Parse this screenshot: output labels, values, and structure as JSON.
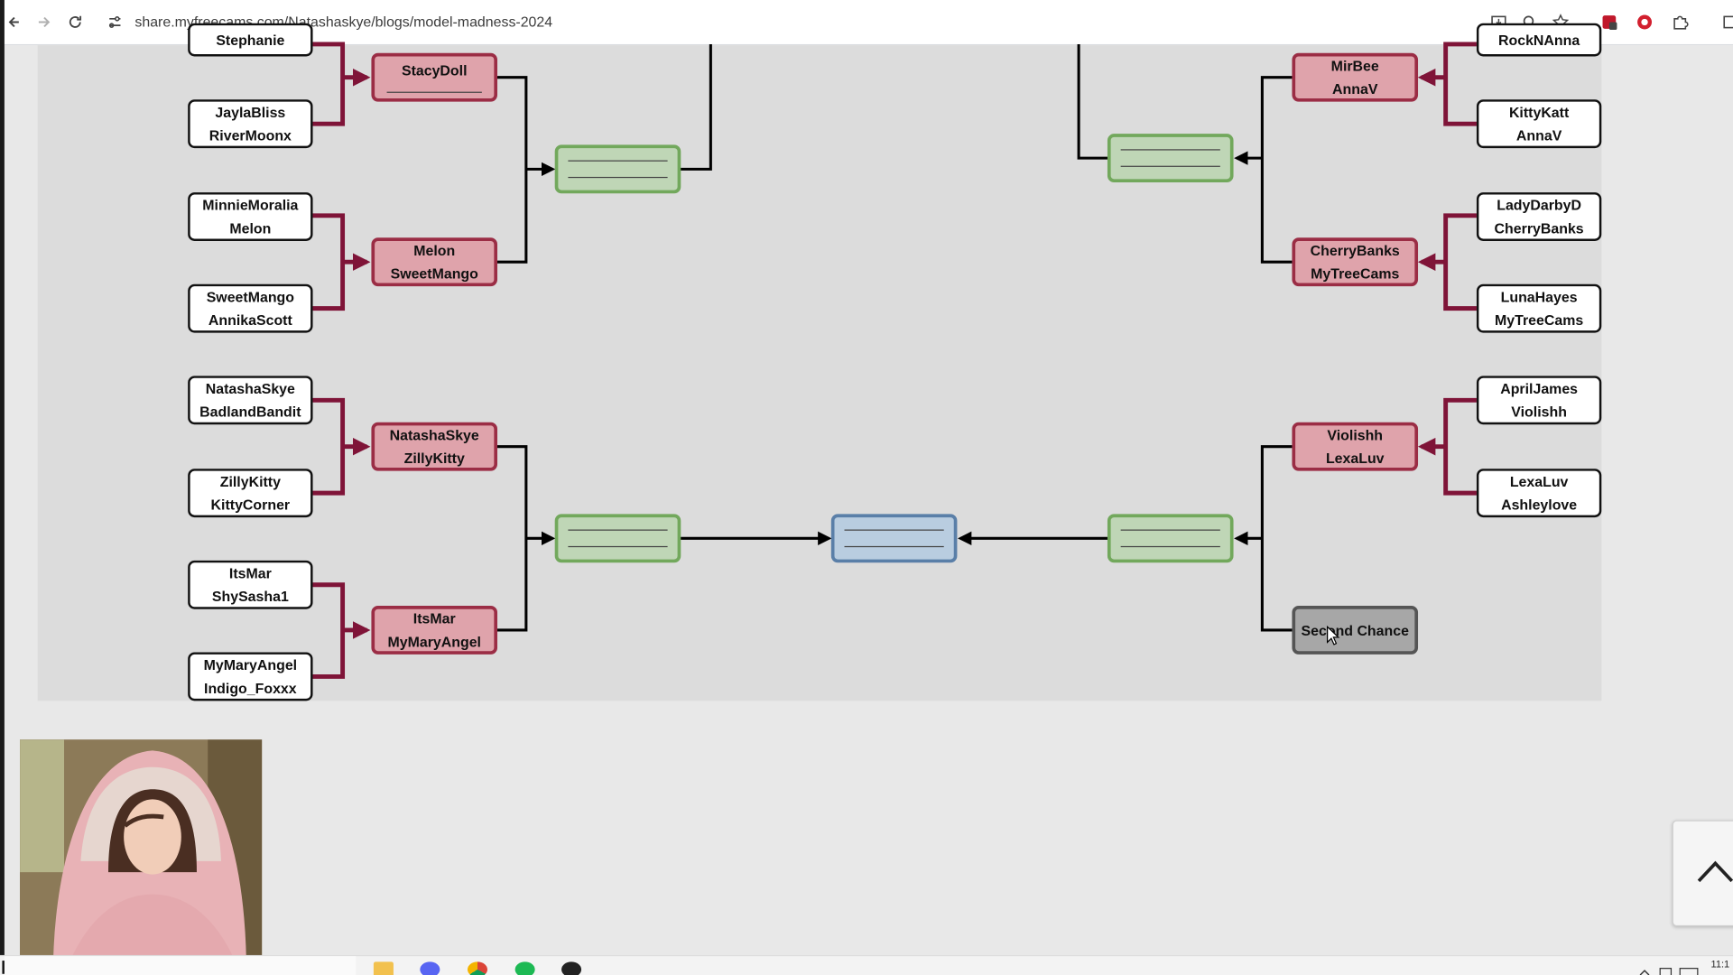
{
  "browser": {
    "url": "share.myfreecams.com/Natashaskye/blogs/model-madness-2024"
  },
  "bracket": {
    "left_entries": [
      {
        "top": "Stephanie",
        "bottom": ""
      },
      {
        "top": "JaylaBliss",
        "bottom": "RiverMoonx"
      },
      {
        "top": "MinnieMoralia",
        "bottom": "Melon"
      },
      {
        "top": "SweetMango",
        "bottom": "AnnikaScott"
      },
      {
        "top": "NatashaSkye",
        "bottom": "BadlandBandit"
      },
      {
        "top": "ZillyKitty",
        "bottom": "KittyCorner"
      },
      {
        "top": "ItsMar",
        "bottom": "ShySasha1"
      },
      {
        "top": "MyMaryAngel",
        "bottom": "Indigo_Foxxx"
      }
    ],
    "left_round2": [
      {
        "top": "StacyDoll",
        "bottom": ""
      },
      {
        "top": "Melon",
        "bottom": "SweetMango"
      },
      {
        "top": "NatashaSkye",
        "bottom": "ZillyKitty"
      },
      {
        "top": "ItsMar",
        "bottom": "MyMaryAngel"
      }
    ],
    "right_entries": [
      {
        "top": "RockNAnna",
        "bottom": ""
      },
      {
        "top": "KittyKatt",
        "bottom": "AnnaV"
      },
      {
        "top": "LadyDarbyD",
        "bottom": "CherryBanks"
      },
      {
        "top": "LunaHayes",
        "bottom": "MyTreeCams"
      },
      {
        "top": "AprilJames",
        "bottom": "Violishh"
      },
      {
        "top": "LexaLuv",
        "bottom": "Ashleylove"
      }
    ],
    "right_round2": [
      {
        "top": "MirBee",
        "bottom": "AnnaV"
      },
      {
        "top": "CherryBanks",
        "bottom": "MyTreeCams"
      },
      {
        "top": "Violishh",
        "bottom": "LexaLuv"
      }
    ],
    "second_chance_label": "Second Chance"
  },
  "colors": {
    "connector_round1": "#7f1438",
    "connector_later": "#000000",
    "round2_fill": "#dfa3ab",
    "round3_fill": "#bfd6b6",
    "final_fill": "#b9cde0"
  },
  "clock_partial": "11:1"
}
